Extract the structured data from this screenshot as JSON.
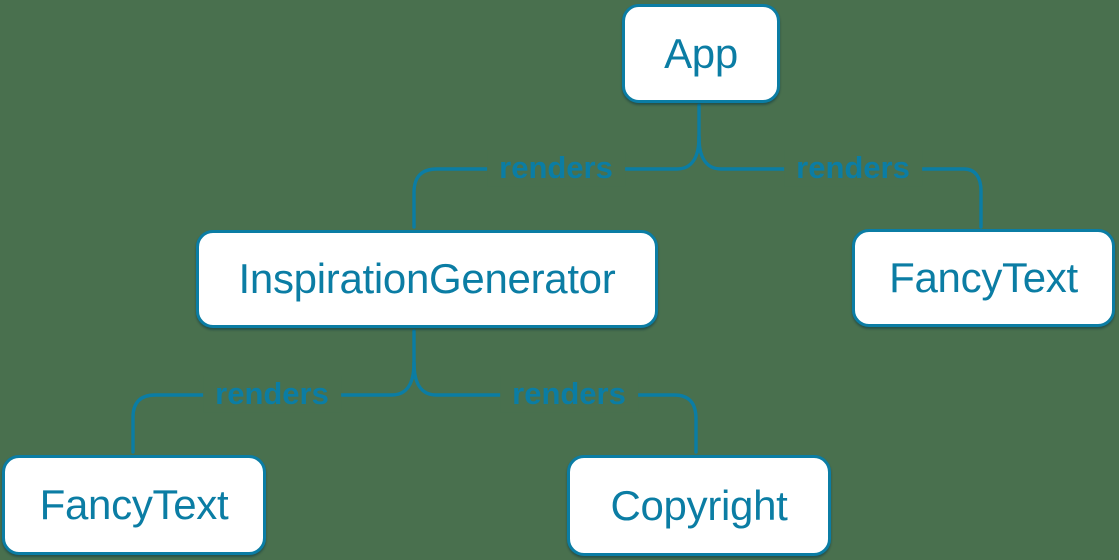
{
  "colors": {
    "background": "#49704e",
    "accent": "#0b7da4",
    "node_fill": "#ffffff"
  },
  "diagram": {
    "type": "tree",
    "nodes": [
      {
        "id": "app",
        "label": "App"
      },
      {
        "id": "inspiration-generator",
        "label": "InspirationGenerator"
      },
      {
        "id": "fancy-text-top",
        "label": "FancyText"
      },
      {
        "id": "fancy-text-bottom",
        "label": "FancyText"
      },
      {
        "id": "copyright",
        "label": "Copyright"
      }
    ],
    "edges": [
      {
        "from": "app",
        "to": "inspiration-generator",
        "label": "renders"
      },
      {
        "from": "app",
        "to": "fancy-text-top",
        "label": "renders"
      },
      {
        "from": "inspiration-generator",
        "to": "fancy-text-bottom",
        "label": "renders"
      },
      {
        "from": "inspiration-generator",
        "to": "copyright",
        "label": "renders"
      }
    ]
  }
}
